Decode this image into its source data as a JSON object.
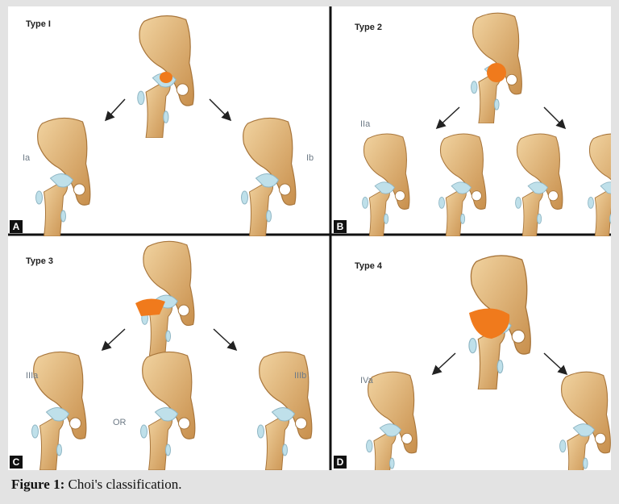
{
  "panels": [
    {
      "letter": "A",
      "title": "Type I",
      "sublabels": [
        "Ia",
        "Ib"
      ]
    },
    {
      "letter": "B",
      "title": "Type 2",
      "sublabels": [
        "IIa"
      ]
    },
    {
      "letter": "C",
      "title": "Type 3",
      "sublabels": [
        "IIIa",
        "IIIb"
      ],
      "connector": "OR"
    },
    {
      "letter": "D",
      "title": "Type 4",
      "sublabels": [
        "IVa"
      ]
    }
  ],
  "caption": {
    "label": "Figure 1:",
    "text": " Choi's classification."
  },
  "colors": {
    "bone": "#d9a664",
    "cartilage": "#bfe0ea",
    "lesion": "#f07a1c",
    "background": "#e3e3e3"
  }
}
